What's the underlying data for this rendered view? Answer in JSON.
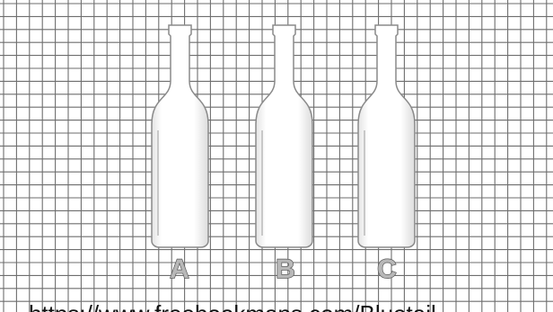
{
  "bottles": [
    {
      "label": "A"
    },
    {
      "label": "B"
    },
    {
      "label": "C"
    }
  ],
  "caption": "https://www.freebookmaps.com/Bluetail"
}
